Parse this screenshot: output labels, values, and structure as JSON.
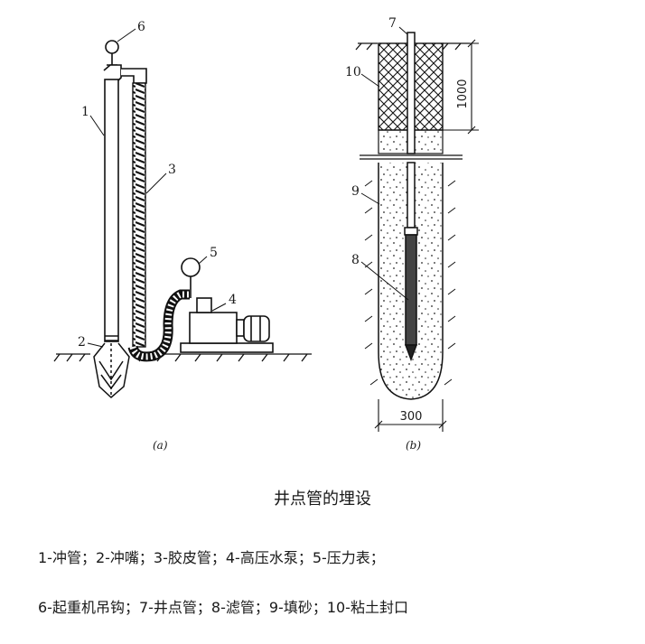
{
  "diagram": {
    "labels_a": {
      "n1": "1",
      "n2": "2",
      "n3": "3",
      "n4": "4",
      "n5": "5",
      "n6": "6"
    },
    "labels_b": {
      "n7": "7",
      "n8": "8",
      "n9": "9",
      "n10": "10"
    },
    "dimensions": {
      "depth": "1000",
      "width": "300"
    },
    "captions": {
      "a": "(a)",
      "b": "(b)"
    }
  },
  "title": "井点管的埋设",
  "legend": {
    "line1": "1-冲管；2-冲嘴；3-胶皮管；4-高压水泵；5-压力表；",
    "line2": "6-起重机吊钩；7-井点管；8-滤管；9-填砂；10-粘土封口"
  }
}
